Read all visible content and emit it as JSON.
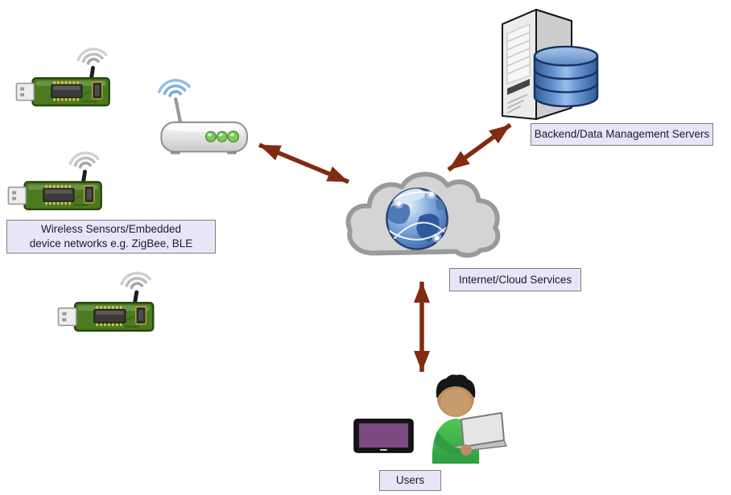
{
  "diagram": {
    "type": "network-architecture-diagram",
    "labels": {
      "sensors_line1": "Wireless Sensors/Embedded",
      "sensors_line2": "device networks e.g. ZigBee, BLE",
      "backend": "Backend/Data Management Servers",
      "cloud": "Internet/Cloud Services",
      "users": "Users"
    },
    "nodes": [
      {
        "id": "wireless-sensor-1",
        "kind": "usb-sensor-dongle"
      },
      {
        "id": "wireless-sensor-2",
        "kind": "usb-sensor-dongle"
      },
      {
        "id": "wireless-sensor-3",
        "kind": "usb-sensor-dongle"
      },
      {
        "id": "wifi-router",
        "kind": "wireless-router"
      },
      {
        "id": "internet-cloud",
        "kind": "cloud-with-globe"
      },
      {
        "id": "backend-server",
        "kind": "server-tower"
      },
      {
        "id": "database",
        "kind": "database-cylinder"
      },
      {
        "id": "user-person",
        "kind": "person-with-laptop"
      },
      {
        "id": "tablet-device",
        "kind": "tablet"
      }
    ],
    "edges": [
      {
        "from": "wifi-router",
        "to": "internet-cloud",
        "bidirectional": true
      },
      {
        "from": "internet-cloud",
        "to": "backend-server",
        "bidirectional": true
      },
      {
        "from": "internet-cloud",
        "to": "user-person",
        "bidirectional": true
      }
    ],
    "colors": {
      "arrow": "#812B10",
      "label_fill": "#E7E6F8",
      "label_border": "#7F7F7F",
      "label_text": "#1B1B26",
      "cloud_fill": "#D4D4D4",
      "cloud_border": "#9A9A9A",
      "board_green": "#4B7A1F",
      "led_green": "#7CC95B",
      "wifi_blue": "#6FA8DC",
      "database_blue": "#4E7DBE",
      "shirt_green": "#3FB44A",
      "tablet_purple": "#7B4A80",
      "skin_brown": "#B98E63"
    }
  }
}
